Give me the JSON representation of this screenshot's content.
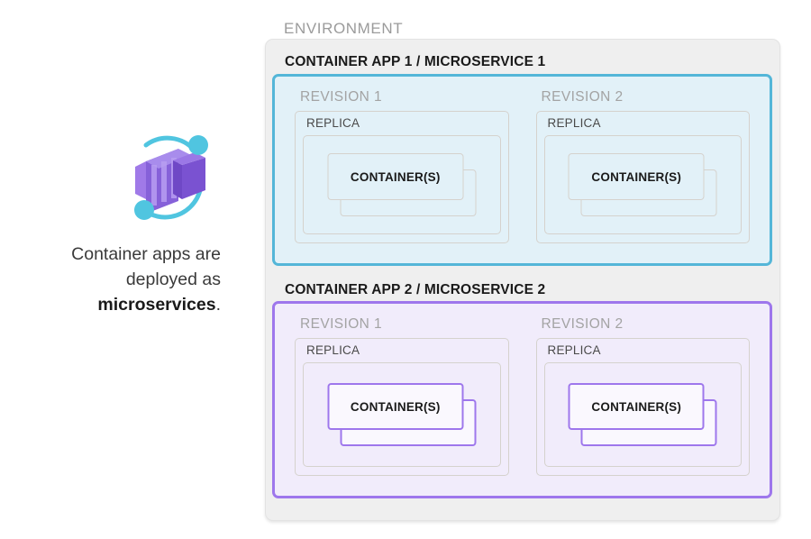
{
  "left": {
    "icon_name": "azure-container-apps-icon",
    "caption_line1": "Container apps are",
    "caption_line2": "deployed as",
    "caption_bold": "microservices",
    "caption_period": "."
  },
  "environment": {
    "label": "ENVIRONMENT",
    "apps": [
      {
        "title": "CONTAINER APP 1 / MICROSERVICE 1",
        "accent": "#54b6d8",
        "fill": "#e2f1f8",
        "revisions": [
          {
            "label": "REVISION 1",
            "replica_label": "REPLICA",
            "container_label": "CONTAINER(S)"
          },
          {
            "label": "REVISION 2",
            "replica_label": "REPLICA",
            "container_label": "CONTAINER(S)"
          }
        ]
      },
      {
        "title": "CONTAINER APP 2 / MICROSERVICE 2",
        "accent": "#9e77ec",
        "fill": "#f1ecfb",
        "revisions": [
          {
            "label": "REVISION 1",
            "replica_label": "REPLICA",
            "container_label": "CONTAINER(S)"
          },
          {
            "label": "REVISION 2",
            "replica_label": "REPLICA",
            "container_label": "CONTAINER(S)"
          }
        ]
      }
    ]
  },
  "colors": {
    "env_background": "#efefef",
    "blue_accent": "#54b6d8",
    "blue_fill": "#e2f1f8",
    "purple_accent": "#9e77ec",
    "purple_fill": "#f1ecfb",
    "neutral_border": "#d5d2cd",
    "muted_text": "#a3a3a3",
    "icon_purple": "#8661d9",
    "icon_cyan": "#50c5e0"
  }
}
